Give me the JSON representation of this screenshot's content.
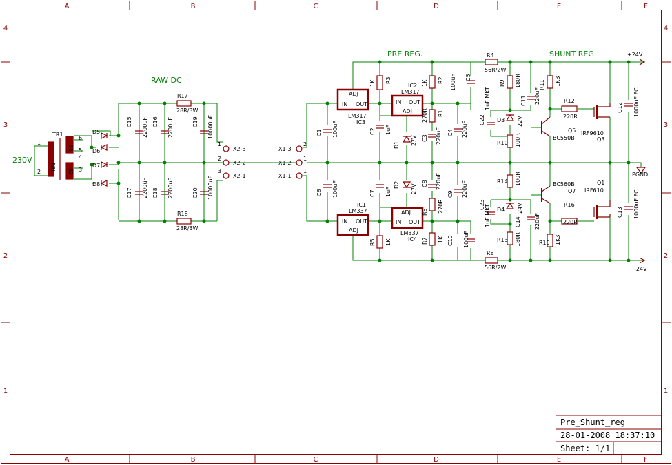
{
  "frame": {
    "columns": [
      "A",
      "B",
      "C",
      "D",
      "E",
      "F"
    ],
    "rows": [
      "4",
      "3",
      "2",
      "1"
    ],
    "frame_color": "#8b0000"
  },
  "sections": {
    "raw_dc": "RAW DC",
    "pre_reg": "PRE REG.",
    "shunt_reg": "SHUNT REG."
  },
  "title_block": {
    "name": "Pre_Shunt_reg",
    "datetime": "28-01-2008 18:37:10",
    "sheet": "Sheet: 1/1"
  },
  "mains": "230V",
  "transformer": {
    "name": "TR1",
    "pri": "PRI",
    "s1": "S1",
    "s2": "S2",
    "pins": [
      "1",
      "2",
      "6",
      "5",
      "4",
      "3"
    ]
  },
  "diodes_rect": [
    "D5",
    "D6",
    "D7",
    "D8"
  ],
  "raw_caps": [
    {
      "name": "C15",
      "value": "2200uF"
    },
    {
      "name": "C16",
      "value": "2200uF"
    },
    {
      "name": "C19",
      "value": "10000uF"
    },
    {
      "name": "C17",
      "value": "2200uF"
    },
    {
      "name": "C18",
      "value": "2200uF"
    },
    {
      "name": "C20",
      "value": "10000uF"
    }
  ],
  "raw_res": [
    {
      "name": "R17",
      "value": "28R/3W"
    },
    {
      "name": "R18",
      "value": "28R/3W"
    }
  ],
  "connectors": {
    "x2": [
      {
        "name": "X2-3",
        "pin": "1"
      },
      {
        "name": "X2-2",
        "pin": "2"
      },
      {
        "name": "X2-1",
        "pin": "3"
      }
    ],
    "x1": [
      {
        "name": "X1-3",
        "pin": "2"
      },
      {
        "name": "X1-2",
        "pin": "1"
      },
      {
        "name": "X1-1",
        "pin": "1"
      }
    ]
  },
  "ics": [
    {
      "ref": "IC3",
      "part": "LM317",
      "adj": "ADJ",
      "in": "IN",
      "out": "OUT"
    },
    {
      "ref": "IC2",
      "part": "LM317",
      "adj": "ADJ",
      "in": "IN",
      "out": "OUT"
    },
    {
      "ref": "IC1",
      "part": "LM337",
      "adj": "ADJ",
      "in": "IN",
      "out": "OUT"
    },
    {
      "ref": "IC4",
      "part": "LM337",
      "adj": "ADJ",
      "in": "IN",
      "out": "OUT"
    }
  ],
  "pre_parts": {
    "c1": {
      "name": "C1",
      "value": "100uF"
    },
    "c6": {
      "name": "C6",
      "value": "100uF"
    },
    "r3": {
      "name": "R3",
      "value": "1K"
    },
    "r2": {
      "name": "R2",
      "value": "1K"
    },
    "c5": {
      "name": "C5",
      "value": "100uF"
    },
    "c2": {
      "name": "C2",
      "value": "1uF"
    },
    "r1": {
      "name": "R1",
      "value": "270R"
    },
    "c3": {
      "name": "C3",
      "value": "220uF"
    },
    "c4": {
      "name": "C4",
      "value": "220uF"
    },
    "d1": {
      "name": "D1",
      "value": "27V"
    },
    "d2": {
      "name": "D2",
      "value": "27V"
    },
    "c8": {
      "name": "C8",
      "value": "220uF"
    },
    "c9": {
      "name": "C9",
      "value": "220uF"
    },
    "c7": {
      "name": "C7",
      "value": "1uF"
    },
    "r6": {
      "name": "R6",
      "value": "270R"
    },
    "r5": {
      "name": "R5",
      "value": "1K"
    },
    "r7": {
      "name": "R7",
      "value": "1K"
    },
    "c10": {
      "name": "C10",
      "value": "100uF"
    }
  },
  "shunt_parts": {
    "r4": {
      "name": "R4",
      "value": "56R/2W"
    },
    "r8": {
      "name": "R8",
      "value": "56R/2W"
    },
    "r9": {
      "name": "R9",
      "value": "180R"
    },
    "r11": {
      "name": "R11",
      "value": "1K3"
    },
    "c11": {
      "name": "C11",
      "value": "220uF"
    },
    "c22": {
      "name": "C22",
      "value": "1uF MKT"
    },
    "d3": {
      "name": "D3",
      "value": "22V"
    },
    "r10": {
      "name": "R10",
      "value": "100R"
    },
    "q5": {
      "name": "Q5",
      "value": "BC550B"
    },
    "r12": {
      "name": "R12",
      "value": "220R"
    },
    "q3": {
      "name": "Q3",
      "value": "IRF9610"
    },
    "c12": {
      "name": "C12",
      "value": "1000uF FC"
    },
    "r14": {
      "name": "R14",
      "value": "100R"
    },
    "c23": {
      "name": "C23",
      "value": "1uF MKT"
    },
    "d4": {
      "name": "D4",
      "value": "24V"
    },
    "c14": {
      "name": "C14",
      "value": "220uF"
    },
    "r13": {
      "name": "R13",
      "value": "180R"
    },
    "r15": {
      "name": "R15",
      "value": "1K3"
    },
    "q7": {
      "name": "Q7",
      "value": "BC560B"
    },
    "r16": {
      "name": "R16",
      "value": "220R"
    },
    "q1": {
      "name": "Q1",
      "value": "IRF610"
    },
    "c13": {
      "name": "C13",
      "value": "1000uF FC"
    }
  },
  "rails": {
    "pos": "+24V",
    "neg": "-24V",
    "gnd": "PGND"
  }
}
